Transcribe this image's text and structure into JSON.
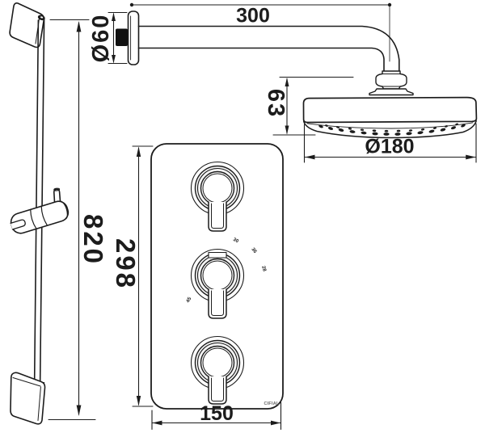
{
  "brand": "CIFIAL",
  "dimensions": {
    "arm_length": "300",
    "arm_flange_diameter": "Ø60",
    "head_height": "63",
    "head_diameter": "Ø180",
    "slide_rail_height": "820",
    "valve_plate_height": "298",
    "valve_plate_width": "150"
  },
  "temperature_dial_marks": [
    "30",
    "36",
    "28",
    "45"
  ],
  "colors": {
    "line": "#1c1c1c",
    "background": "#ffffff",
    "wall_anchor_fill": "#111111"
  }
}
